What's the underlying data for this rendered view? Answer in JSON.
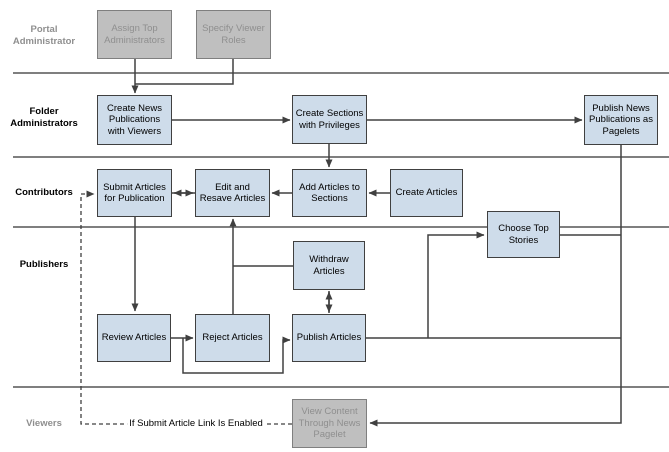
{
  "colors": {
    "node_fill": "#cedcea",
    "node_border": "#404040",
    "inactive_fill": "#bfbfbf",
    "inactive_border": "#7f7f7f",
    "inactive_text": "#8f8f8f",
    "lane_line": "#7f7f7f",
    "connector": "#404040",
    "background": "#ffffff"
  },
  "lanes": [
    {
      "label": "Portal Administrator",
      "muted": true
    },
    {
      "label": "Folder Administrators",
      "muted": false
    },
    {
      "label": "Contributors",
      "muted": false
    },
    {
      "label": "Publishers",
      "muted": false
    },
    {
      "label": "Viewers",
      "muted": true
    }
  ],
  "nodes": {
    "assign_top": {
      "label": "Assign Top Administrators",
      "state": "inactive"
    },
    "specify_viewer": {
      "label": "Specify Viewer Roles",
      "state": "inactive"
    },
    "create_news": {
      "label": "Create News Publications with Viewers",
      "state": "active"
    },
    "create_sections": {
      "label": "Create Sections with Privileges",
      "state": "active"
    },
    "publish_news": {
      "label": "Publish News Publications as Pagelets",
      "state": "active"
    },
    "submit_articles": {
      "label": "Submit Articles for Publication",
      "state": "active"
    },
    "edit_resave": {
      "label": "Edit and Resave Articles",
      "state": "active"
    },
    "add_articles": {
      "label": "Add Articles to Sections",
      "state": "active"
    },
    "create_articles": {
      "label": "Create Articles",
      "state": "active"
    },
    "choose_top": {
      "label": "Choose Top Stories",
      "state": "active"
    },
    "withdraw": {
      "label": "Withdraw Articles",
      "state": "active"
    },
    "review": {
      "label": "Review Articles",
      "state": "active"
    },
    "reject": {
      "label": "Reject Articles",
      "state": "active"
    },
    "publish_articles": {
      "label": "Publish Articles",
      "state": "active"
    },
    "view_content": {
      "label": "View Content Through News Pagelet",
      "state": "inactive"
    }
  },
  "annotations": {
    "dashed_label": "If Submit Article Link Is Enabled"
  }
}
